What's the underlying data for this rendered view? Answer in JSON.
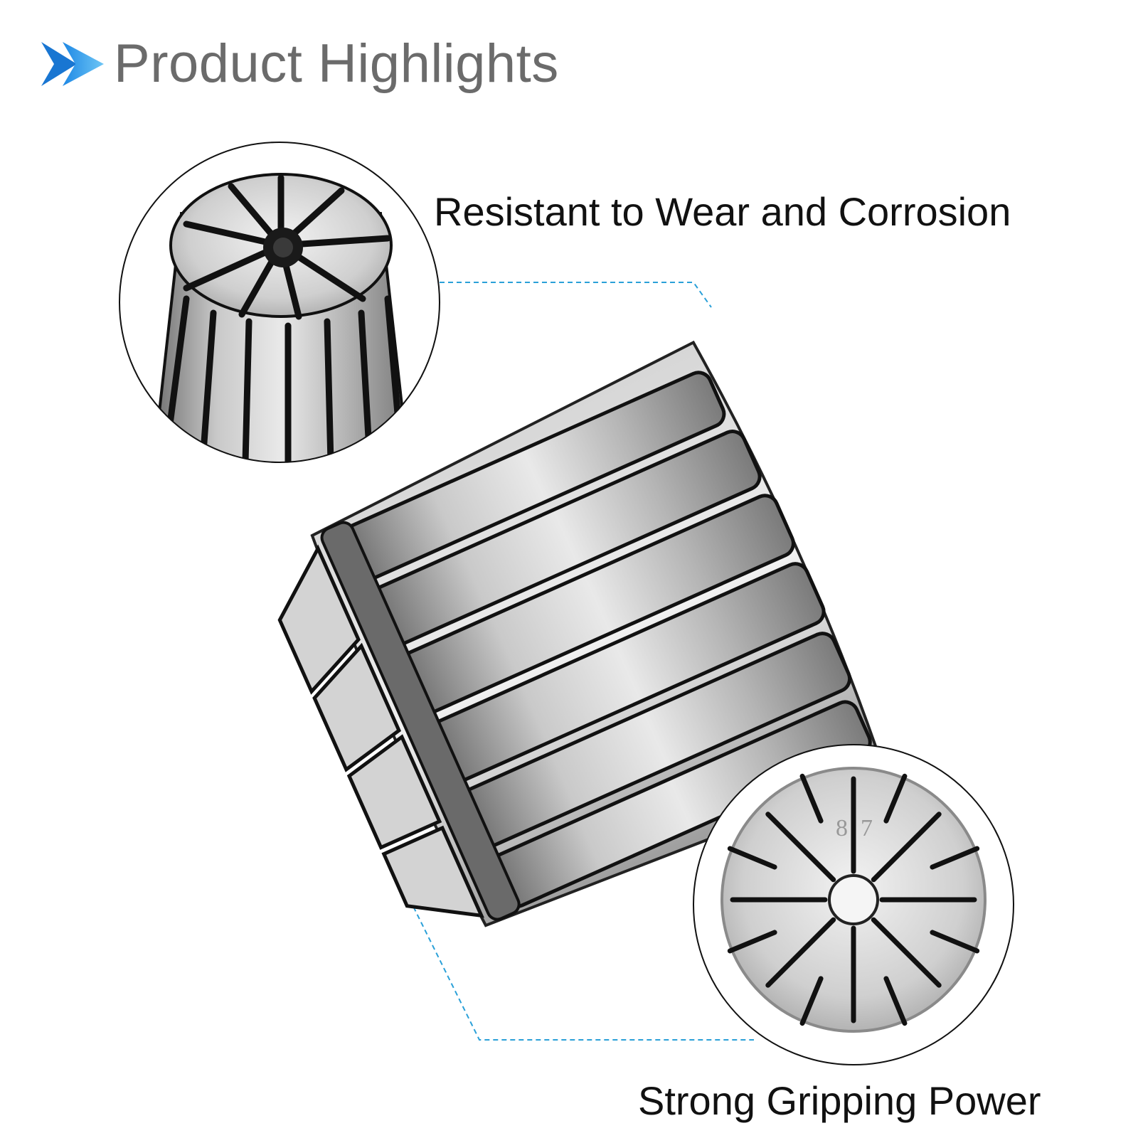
{
  "header": {
    "title": "Product Highlights",
    "arrow_colors": [
      "#1e88e5",
      "#6ec6f5"
    ]
  },
  "features": [
    {
      "label": "Resistant to Wear and Corrosion",
      "icon": "collet-top-view"
    },
    {
      "label": "Strong Gripping Power",
      "icon": "collet-front-face"
    }
  ],
  "face_markings": [
    "8",
    "7"
  ],
  "colors": {
    "leader_line": "#2aa0d8",
    "metal_light": "#e4e4e4",
    "metal_dark": "#7a7a7a",
    "slot": "#111111"
  }
}
